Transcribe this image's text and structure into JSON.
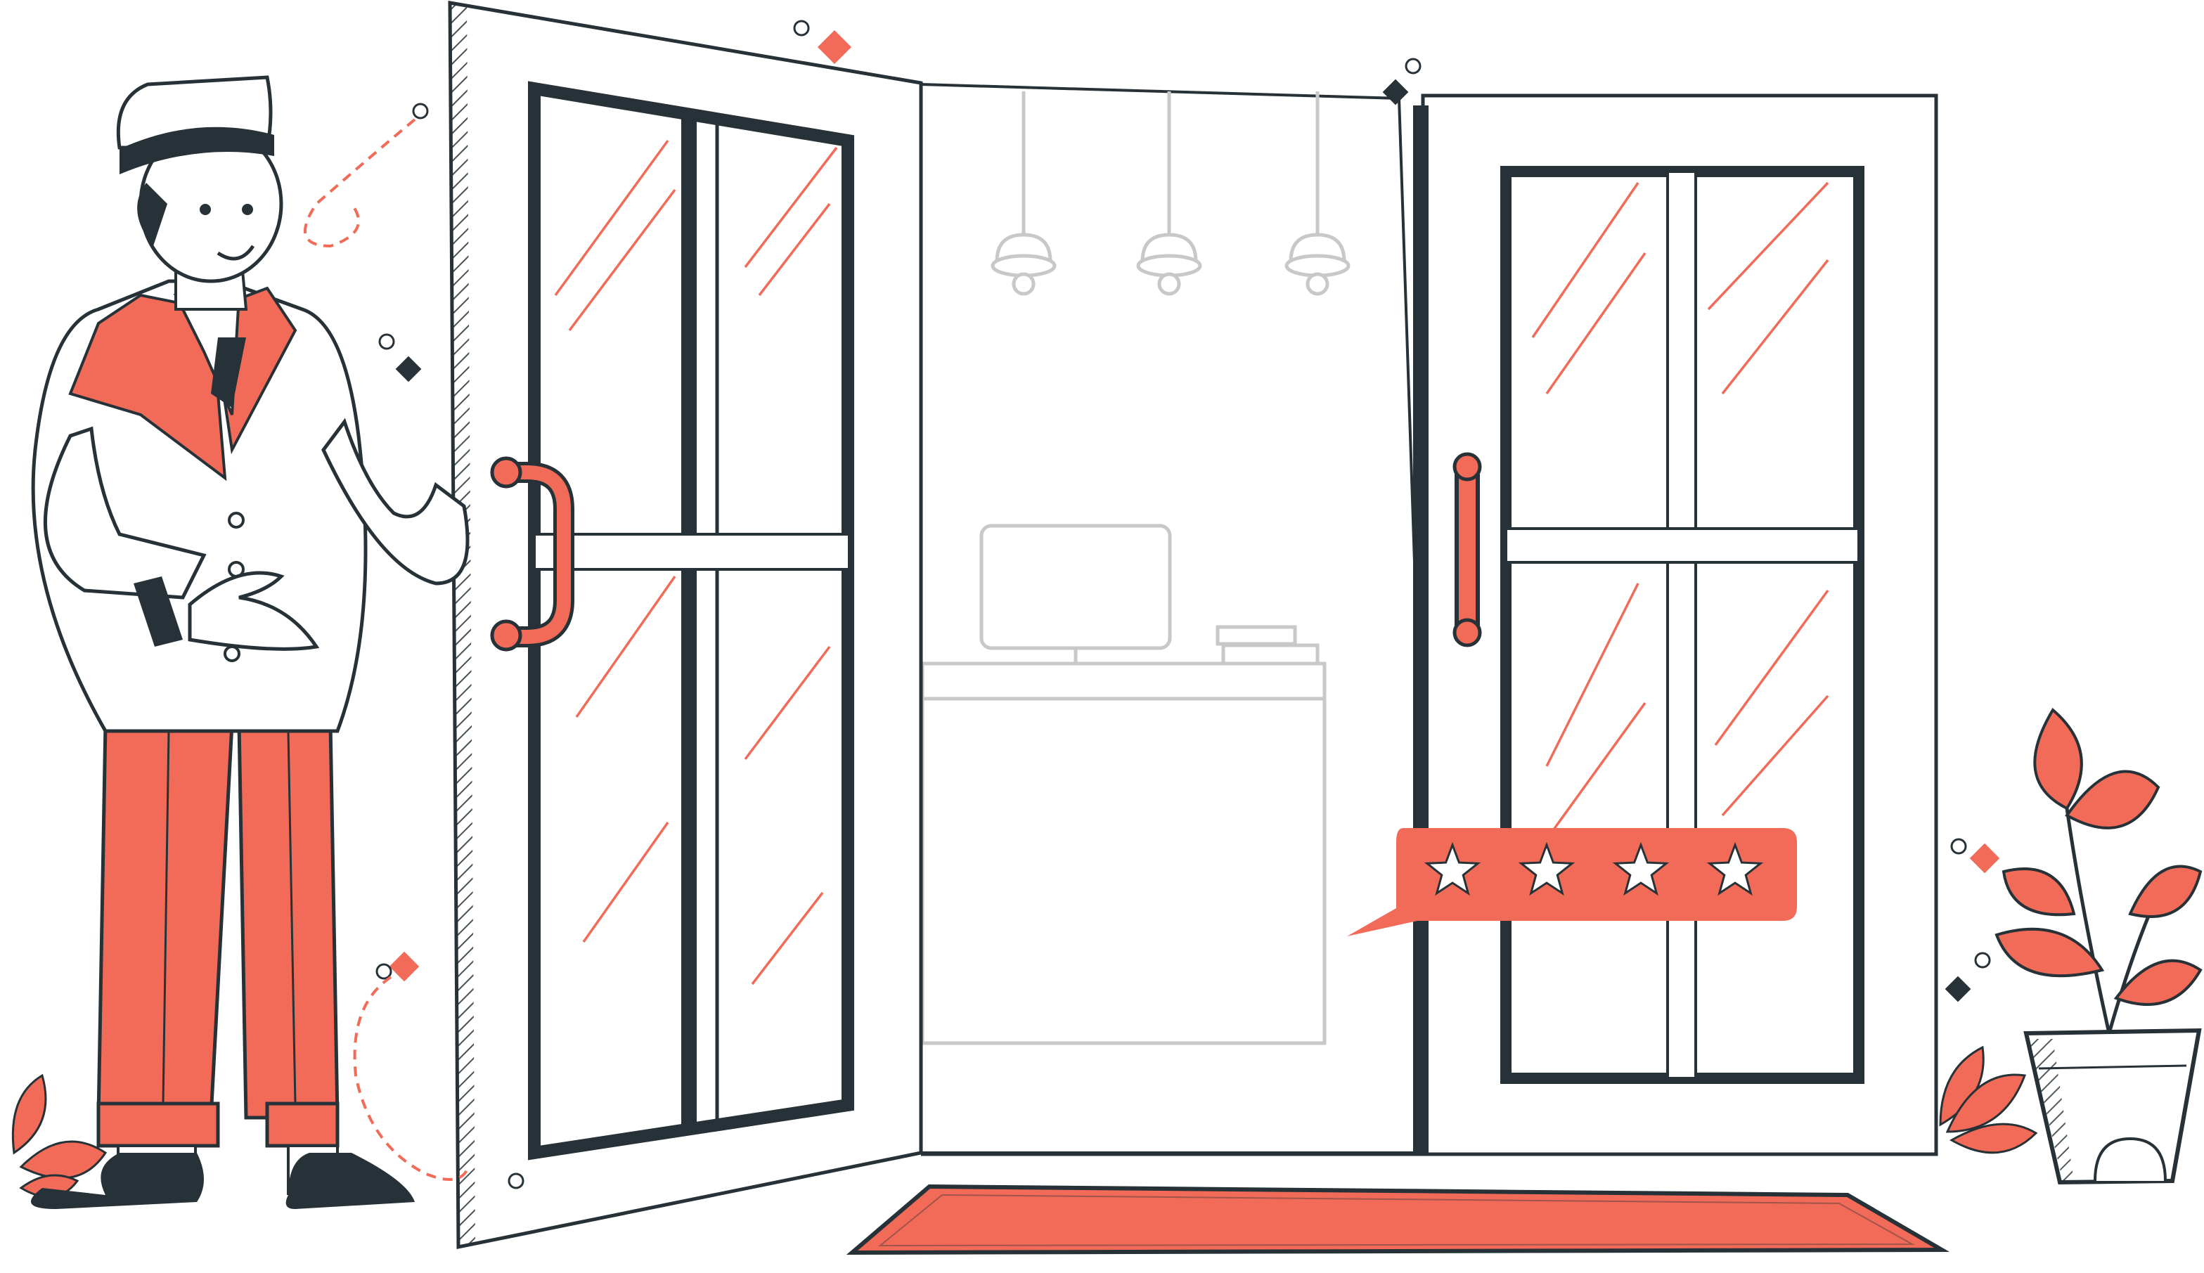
{
  "illustration": {
    "subject": "doorman-welcoming-at-open-doors",
    "rating": {
      "stars_filled": 4,
      "stars_total": 4
    },
    "colors": {
      "accent": "#F26B58",
      "ink": "#263238",
      "line": "#37474F",
      "light_line": "#C8C8C8",
      "background": "#FFFFFF"
    },
    "icons": [
      "doorman",
      "glass-door-left",
      "glass-door-right",
      "pendant-lamp",
      "computer-monitor",
      "reception-desk",
      "doormat",
      "potted-plant",
      "leaf-cluster",
      "star-icon",
      "rating-speech-bubble",
      "sparkle-diamond",
      "sparkle-circle"
    ]
  }
}
